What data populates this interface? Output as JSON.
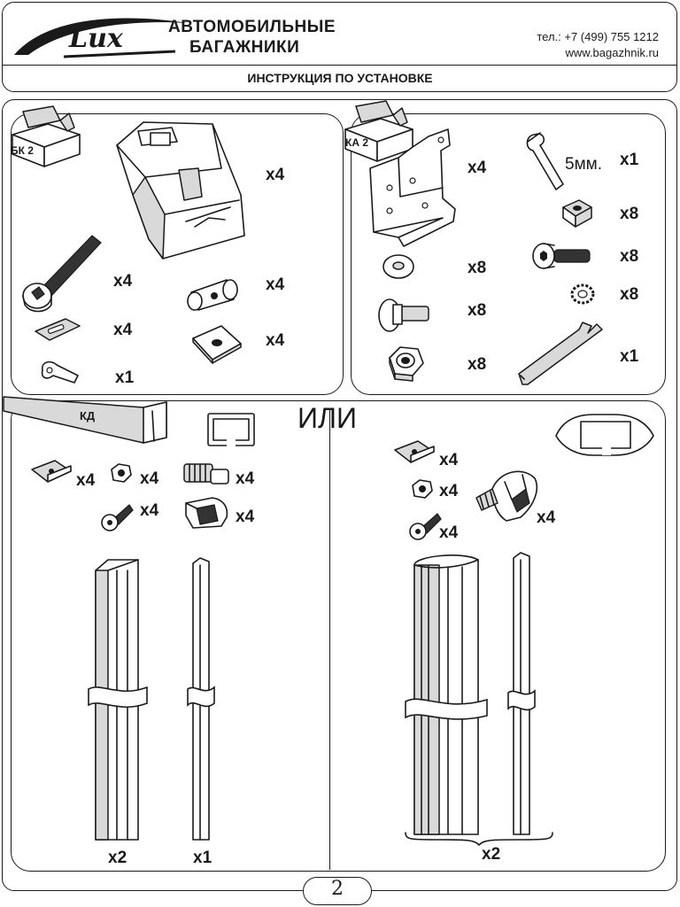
{
  "header": {
    "brand_line1": "АВТОМОБИЛЬНЫЕ",
    "brand_line2": "БАГАЖНИКИ",
    "logo_text": "Lux",
    "phone": "тел.: +7 (499) 755 1212",
    "website": "www.bagazhnik.ru",
    "title": "ИНСТРУКЦИЯ ПО УСТАНОВКЕ"
  },
  "kit_bk2": {
    "label": "БК 2",
    "items": {
      "foot_qty": "x4",
      "long_bolt_qty": "x4",
      "barrel_nut_qty": "x4",
      "plate_qty": "x4",
      "square_washer_qty": "x4",
      "key_qty": "x1"
    }
  },
  "kit_ka2": {
    "label": "КА 2",
    "items": {
      "bracket_qty": "x4",
      "hex_key_size": "5мм.",
      "hex_key_qty": "x1",
      "square_nut_qty": "x8",
      "washer_qty": "x8",
      "socket_bolt_qty": "x8",
      "carriage_bolt_qty": "x8",
      "lock_washer_qty": "x8",
      "hex_nut_qty": "x8",
      "wrench_qty": "x1"
    }
  },
  "kit_kd": {
    "label": "КД",
    "or_text": "ИЛИ",
    "left": {
      "clip_qty": "x4",
      "nut_qty": "x4",
      "ribbed_cap_qty": "x4",
      "bolt_qty": "x4",
      "end_cap_qty": "x4",
      "bar_qty": "x2",
      "strip_qty": "x1"
    },
    "right": {
      "clip_qty": "x4",
      "nut_qty": "x4",
      "bolt_qty": "x4",
      "end_cap_qty": "x4",
      "bars_qty": "x2"
    }
  },
  "footer": {
    "page_number": "2"
  }
}
